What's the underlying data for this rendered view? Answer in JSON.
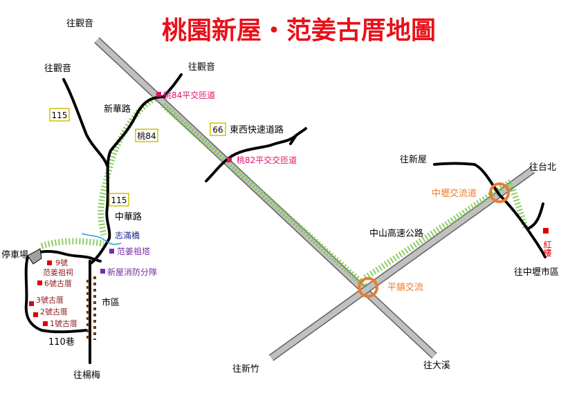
{
  "title": "桃園新屋・范姜古厝地圖",
  "colors": {
    "title": "#e8101a",
    "road": "#000000",
    "freeway": "#c0c0c0",
    "freeway_edge": "#606060",
    "greenway": "#7ec850",
    "interchange": "#f07a2a",
    "magenta": "#e0106e",
    "purple": "#7a2aa8",
    "maroon": "#8a1a1a",
    "red_marker": "#e00000",
    "route_border": "#d4c000",
    "creek": "#2a9bd6",
    "parking": "#a0a0a0",
    "lane_dots": "#6a3a10"
  },
  "labels": {
    "to_guanyin_top": "往觀音",
    "to_guanyin_left": "往觀音",
    "to_guanyin_mid": "往觀音",
    "xinhua_road": "新華路",
    "zhonghua_road": "中華路",
    "taoyuan84": "桃84",
    "crossing84": "桃84平交匝道",
    "expressway_east_west": "東西快速道路",
    "crossing82": "桃82平交交匝道",
    "to_xinwu": "往新屋",
    "to_taipei": "往台北",
    "zhongli_interchange": "中壢交流道",
    "zhongshan_freeway": "中山高速公路",
    "pingzhen_interchange": "平鎮交流",
    "red_building": "紅樓",
    "to_zhongli_city": "往中壢市區",
    "to_xinzhu": "往新竹",
    "to_daxi": "往大溪",
    "parking": "停車場",
    "zhiman_bridge": "志滿橋",
    "fanjiang_ancestral_tower": "范姜祖塔",
    "fire_station": "新屋消防分隊",
    "house9": "9號",
    "fanjiang_ancestral_hall": "范姜祖祠",
    "house6": "6號古厝",
    "house3": "3號古厝",
    "house2": "2號古厝",
    "house1": "1號古厝",
    "city_area": "市區",
    "lane110": "110巷",
    "to_yangmei": "往楊梅"
  },
  "route_shields": {
    "r115_top": "115",
    "r115_mid": "115",
    "r66": "66"
  }
}
